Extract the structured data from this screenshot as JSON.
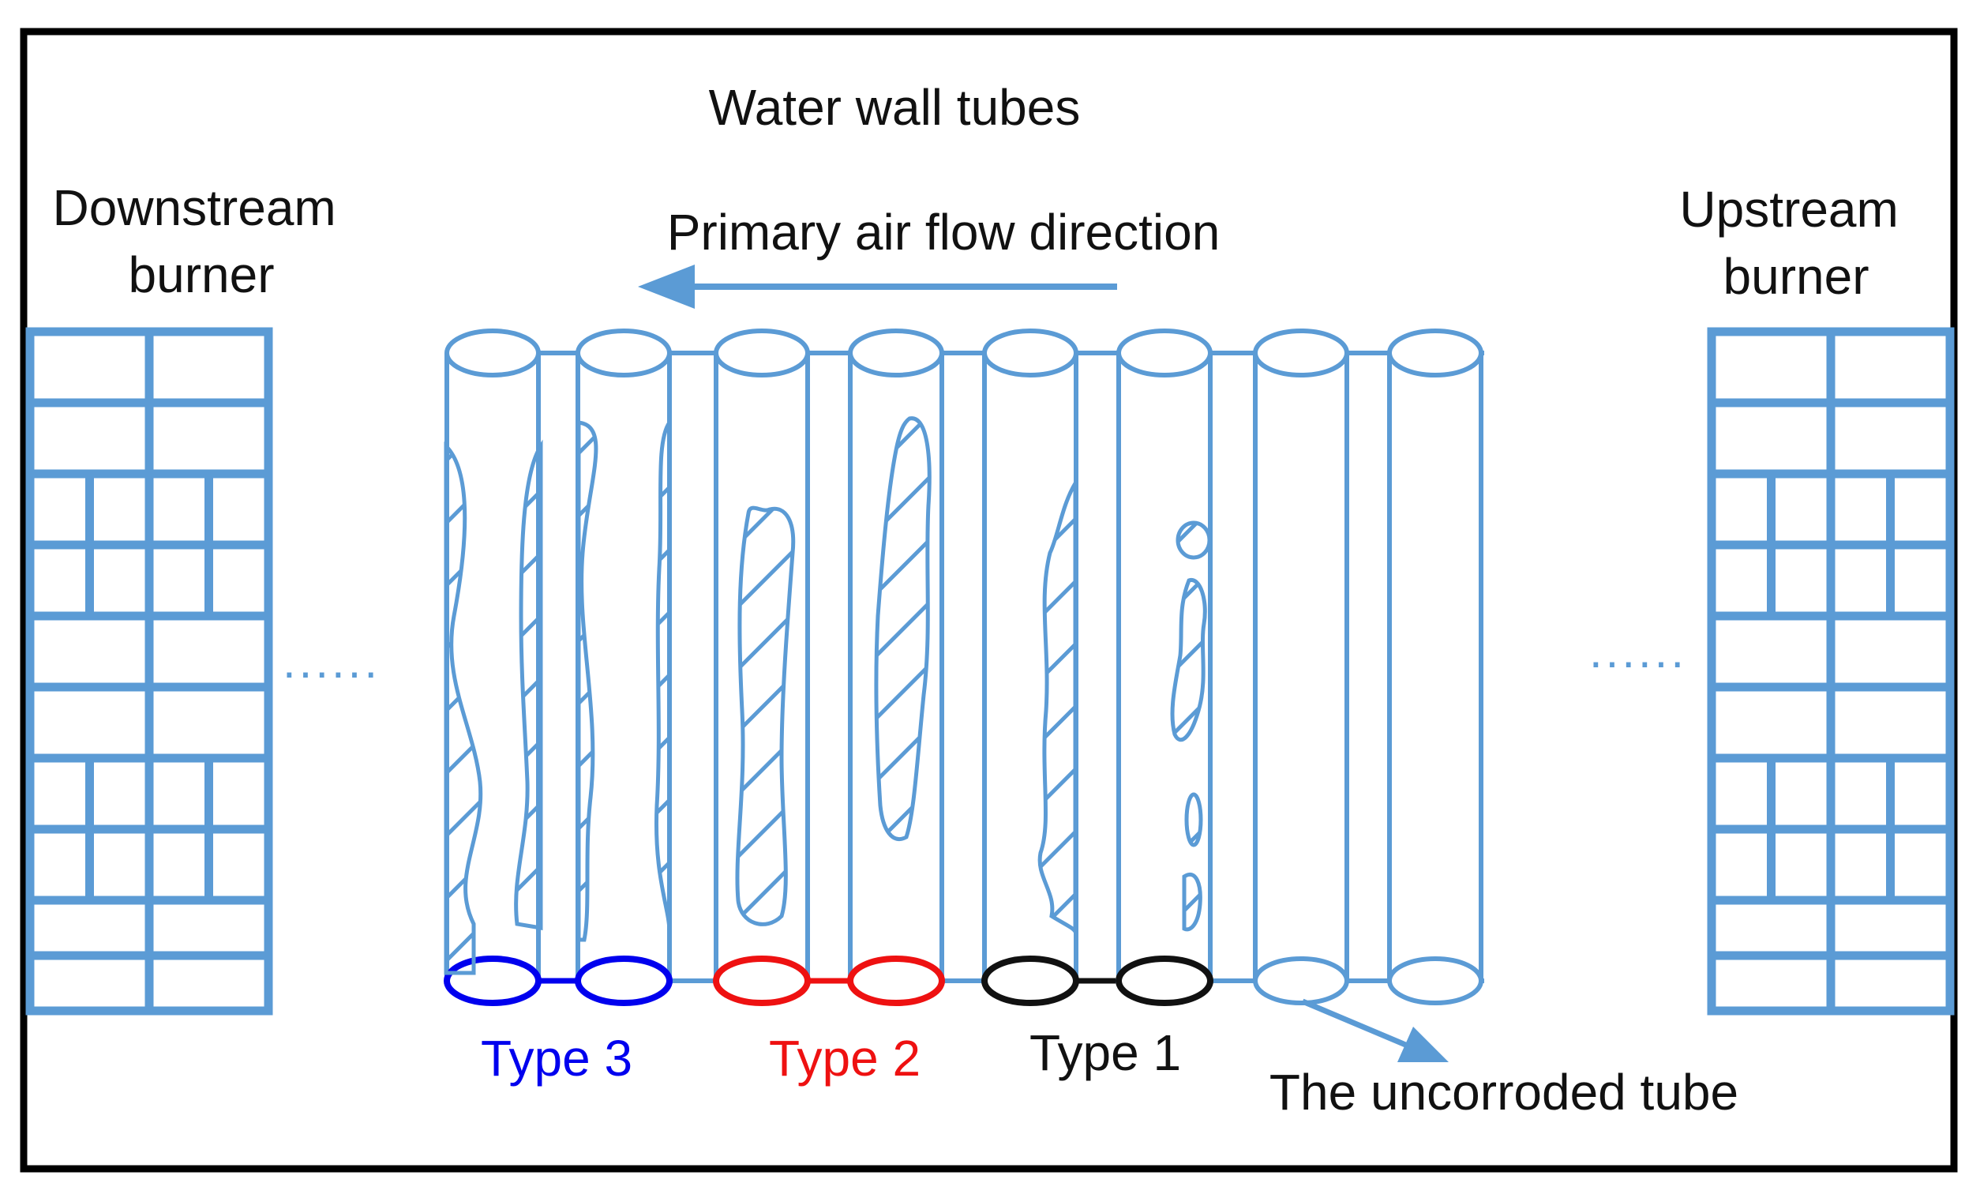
{
  "title": "Water wall tubes",
  "arrow_label": "Primary air flow direction",
  "burners": {
    "downstream": [
      "Downstream",
      "burner"
    ],
    "upstream": [
      "Upstream",
      "burner"
    ]
  },
  "ellipsis": "......",
  "legend": {
    "type3": "Type 3",
    "type2": "Type 2",
    "type1": "Type 1",
    "uncorroded": "The uncorroded tube"
  },
  "colors": {
    "frame": "#000000",
    "tube": "#5b9bd5",
    "type3": "#0000ee",
    "type2": "#ee1111",
    "type1": "#111111"
  },
  "tube_types": [
    "type3",
    "type3",
    "type2",
    "type2",
    "type1",
    "type1",
    "uncorroded",
    "uncorroded"
  ]
}
